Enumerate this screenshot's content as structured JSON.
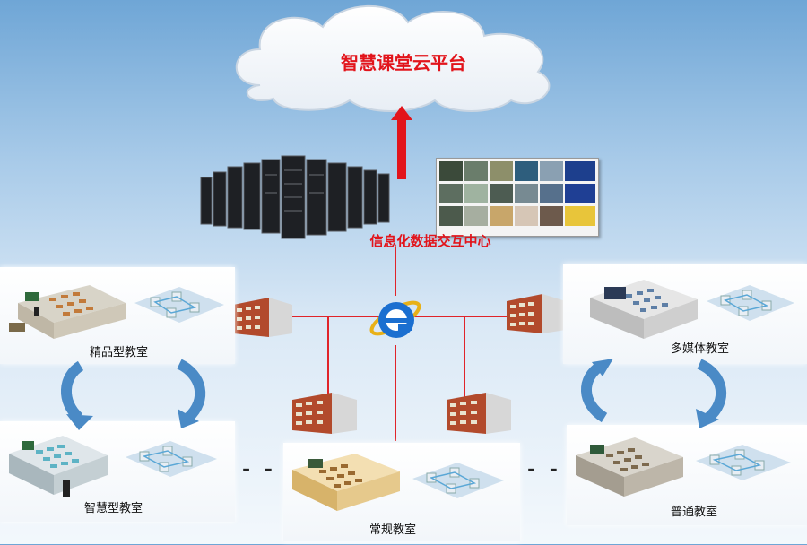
{
  "cloud": {
    "title": "智慧课堂云平台"
  },
  "hub": {
    "label": "信息化数据交互中心"
  },
  "classrooms": [
    {
      "id": "jingpin",
      "label": "精品型教室"
    },
    {
      "id": "duomeiti",
      "label": "多媒体教室"
    },
    {
      "id": "zhihui",
      "label": "智慧型教室"
    },
    {
      "id": "changgui",
      "label": "常规教室"
    },
    {
      "id": "putong",
      "label": "普通教室"
    }
  ],
  "separators": {
    "left": "- -",
    "right": "- -"
  },
  "colors": {
    "accent_red": "#e2141b",
    "link_line": "#e0242a",
    "cycle_arrow": "#4a8ac6",
    "ie_icon": "#1b6fd0"
  },
  "icons": {
    "hub": "internet-explorer-icon",
    "server": "server-rack-icon",
    "building": "office-building-icon",
    "monitor": "video-wall-icon"
  }
}
